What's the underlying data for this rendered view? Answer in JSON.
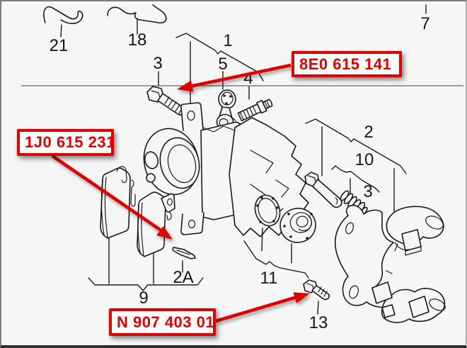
{
  "colors": {
    "background": "#f6f6f6",
    "line_art": "#1a1a1a",
    "divider": "#7c7c7c",
    "annotation_red": "#de0000",
    "callout_background": "#ffffff"
  },
  "part_labels": {
    "l21": "21",
    "l18": "18",
    "l1": "1",
    "l3_left": "3",
    "l5": "5",
    "l4": "4",
    "l7": "7",
    "l2": "2",
    "l10": "10",
    "l3_right": "3",
    "l11": "11",
    "l2a": "2A",
    "l9": "9",
    "l13": "13"
  },
  "callouts": {
    "c8e0": {
      "part_number": "8E0 615 141"
    },
    "c1j0": {
      "part_number": "1J0 615 231"
    },
    "cn907": {
      "part_number": "N 907 403 01"
    }
  }
}
